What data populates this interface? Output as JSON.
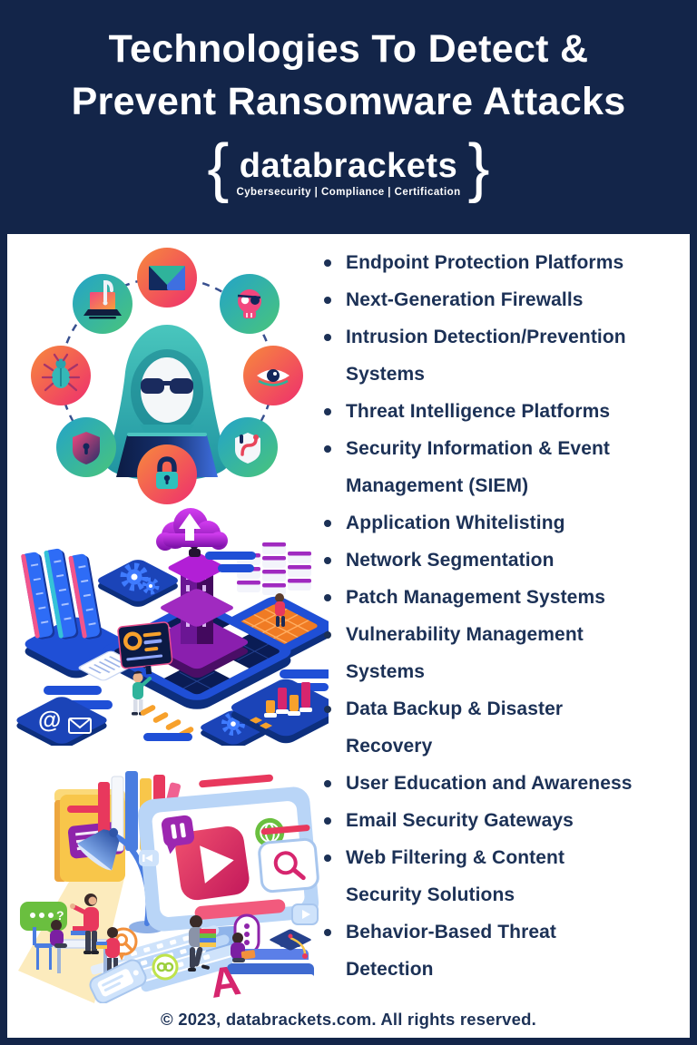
{
  "colors": {
    "frame_navy": "#132549",
    "text_navy": "#1c3156",
    "white": "#ffffff",
    "accent_pink": "#ee2e6e",
    "accent_orange": "#f78a3c",
    "accent_teal": "#2fb3ae",
    "accent_blue": "#1f4fd6",
    "accent_purple": "#8a1fae",
    "accent_red": "#e8385d"
  },
  "header": {
    "title_line1": "Technologies To Detect &",
    "title_line2": "Prevent Ransomware Attacks",
    "logo": {
      "brace_left": "{",
      "brand": "databrackets",
      "brace_right": "}",
      "tagline": "Cybersecurity | Compliance | Certification"
    }
  },
  "list": {
    "items": [
      "Endpoint Protection Platforms",
      "Next-Generation Firewalls",
      "Intrusion Detection/Prevention\nSystems",
      "Threat Intelligence Platforms",
      "Security Information & Event\nManagement (SIEM)",
      "Application Whitelisting",
      "Network Segmentation",
      "Patch Management Systems",
      "Vulnerability Management\nSystems",
      "Data Backup & Disaster\nRecovery",
      "User Education and Awareness",
      "Email Security Gateways",
      "Web Filtering & Content\nSecurity Solutions",
      "Behavior-Based Threat\nDetection"
    ]
  },
  "footer": {
    "text": "© 2023, databrackets.com. All rights reserved."
  },
  "illustrations": {
    "threat_ring": {
      "name": "hacker-threat-ring",
      "icons": [
        "hooded-hacker-figure",
        "email-envelope-icon",
        "skull-eyepatch-icon",
        "surveillance-eye-icon",
        "shield-worm-icon",
        "padlock-icon",
        "shield-keyhole-icon",
        "bug-icon",
        "malware-laptop-icon"
      ]
    },
    "platform": {
      "name": "security-operations-isometric",
      "icons": [
        "upload-cloud-icon",
        "server-tower-icon",
        "server-rack-icon",
        "gears-icon",
        "bar-chart-icon",
        "email-at-icon",
        "analyst-screen-icon",
        "document-icon"
      ]
    },
    "education": {
      "name": "user-education-isometric",
      "icons": [
        "video-player-icon",
        "pause-icon",
        "globe-icon",
        "search-panel-icon",
        "desk-lamp-icon",
        "books-icon",
        "graduation-cap-icon",
        "smartphone-icon",
        "letter-a-icon",
        "chat-bubble-icon"
      ],
      "at_symbol": "@",
      "question_mark": "?",
      "letter_a": "A"
    }
  }
}
